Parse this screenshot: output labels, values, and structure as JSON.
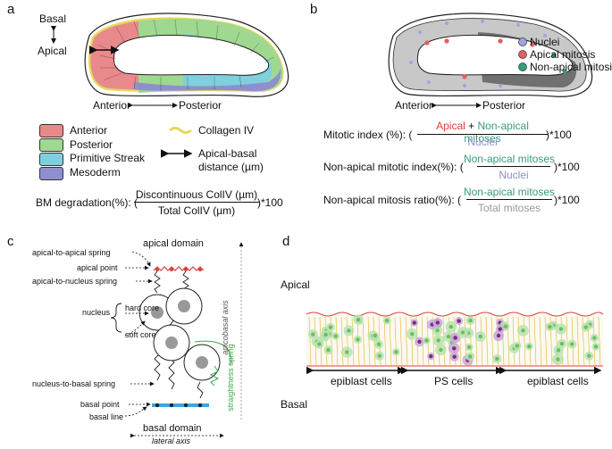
{
  "panels": {
    "a": "a",
    "b": "b",
    "c": "c",
    "d": "d"
  },
  "panel_a": {
    "basal": "Basal",
    "apical": "Apical",
    "anterior": "Anterior",
    "posterior": "Posterior",
    "legend": [
      {
        "label": "Anterior",
        "color": "#e8898c"
      },
      {
        "label": "Posterior",
        "color": "#9fd890"
      },
      {
        "label": "Primitive Streak",
        "color": "#7fd0de"
      },
      {
        "label": "Mesoderm",
        "color": "#8f8fcf"
      }
    ],
    "collagen": "Collagen IV",
    "ab_line1": "Apical-basal",
    "ab_line2": "distance (µm)",
    "bm_prefix": "BM degradation(%): (",
    "bm_num": "Discontinuous ColIV (µm)",
    "bm_den": "Total ColIV (µm)",
    "bm_suffix": ")*100"
  },
  "panel_b": {
    "legend": [
      {
        "label": "Nuclei",
        "color": "#a3a3e0"
      },
      {
        "label": "Apical mitosis",
        "color": "#e0605e"
      },
      {
        "label": "Non-apical mitosis",
        "color": "#3a9b7e"
      }
    ],
    "anterior": "Anterior",
    "posterior": "Posterior",
    "mi_prefix": "Mitotic index (%): (",
    "mi_apical": "Apical",
    "mi_plus": "+",
    "mi_nonapical": "Non-apical mitoses",
    "mi_den": "Nuclei",
    "mi_suffix": ")*100",
    "nami_prefix": "Non-apical mitotic index(%): (",
    "nami_num": "Non-apical mitoses",
    "nami_den": "Nuclei",
    "nami_suffix": ")*100",
    "namr_prefix": "Non-apical mitosis ratio(%): (",
    "namr_num": "Non-apical mitoses",
    "namr_den": "Total mitoses",
    "namr_suffix": ")*100"
  },
  "panel_c": {
    "apical_domain": "apical domain",
    "a2a": "apical-to-apical spring",
    "apical_point": "apical point",
    "a2n": "apical-to-nucleus spring",
    "nucleus": "nucleus",
    "hard_core": "hard core",
    "soft_core": "soft core",
    "n2b": "nucleus-to-basal spring",
    "basal_point": "basal point",
    "basal_line": "basal line",
    "basal_domain": "basal domain",
    "lateral_axis": "lateral axis",
    "apicobasal_axis": "apicobasal axis",
    "straightness": "straightness spring"
  },
  "panel_d": {
    "apical": "Apical",
    "basal": "Basal",
    "epiblast_left": "epiblast cells",
    "ps": "PS cells",
    "epiblast_right": "epiblast cells"
  }
}
